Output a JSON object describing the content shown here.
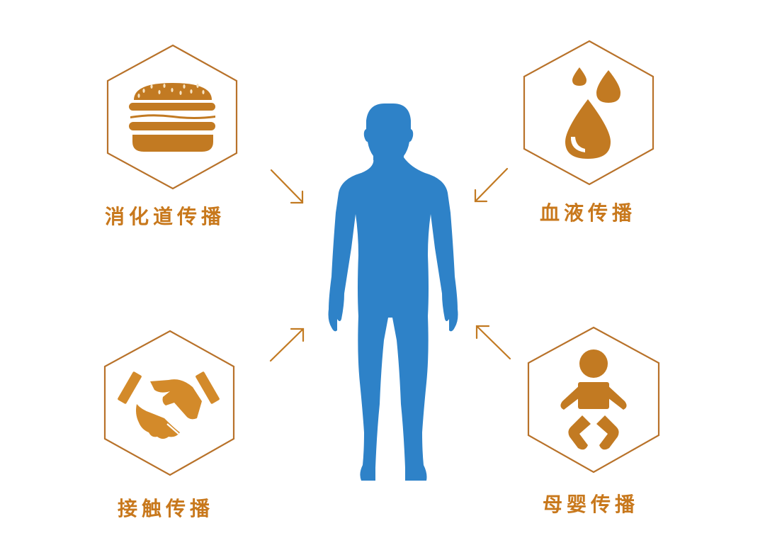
{
  "diagram": {
    "center": {
      "name": "human-body",
      "color": "#2e82c8"
    },
    "accent_color": "#c8781c",
    "routes": [
      {
        "id": "digestive",
        "label": "消化道传播",
        "icon": "hamburger-icon",
        "position": "top-left"
      },
      {
        "id": "blood",
        "label": "血液传播",
        "icon": "blood-drops-icon",
        "position": "top-right"
      },
      {
        "id": "contact",
        "label": "接触传播",
        "icon": "handshake-icon",
        "position": "bottom-left"
      },
      {
        "id": "mother-infant",
        "label": "母婴传播",
        "icon": "baby-icon",
        "position": "bottom-right"
      }
    ],
    "arrows": [
      {
        "from": "top-left",
        "direction": "down-right"
      },
      {
        "from": "top-right",
        "direction": "down-left"
      },
      {
        "from": "bottom-left",
        "direction": "up-right"
      },
      {
        "from": "bottom-right",
        "direction": "up-left"
      }
    ]
  }
}
